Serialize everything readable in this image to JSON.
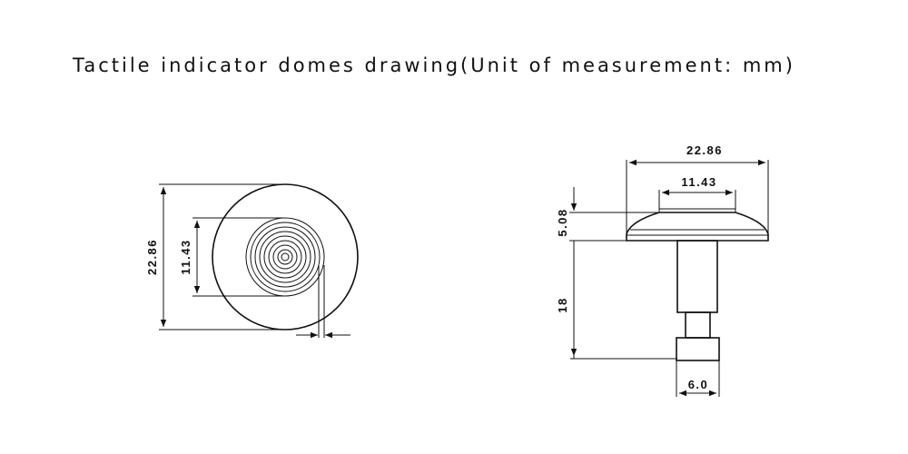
{
  "title": "Tactile indicator domes drawing(Unit of measurement: mm)",
  "top_view": {
    "outer_diameter": "22.86",
    "inner_diameter": "11.43"
  },
  "side_view": {
    "top_width": "22.86",
    "dome_top_width": "11.43",
    "dome_height": "5.08",
    "stem_length": "18",
    "stem_width": "6.0"
  }
}
